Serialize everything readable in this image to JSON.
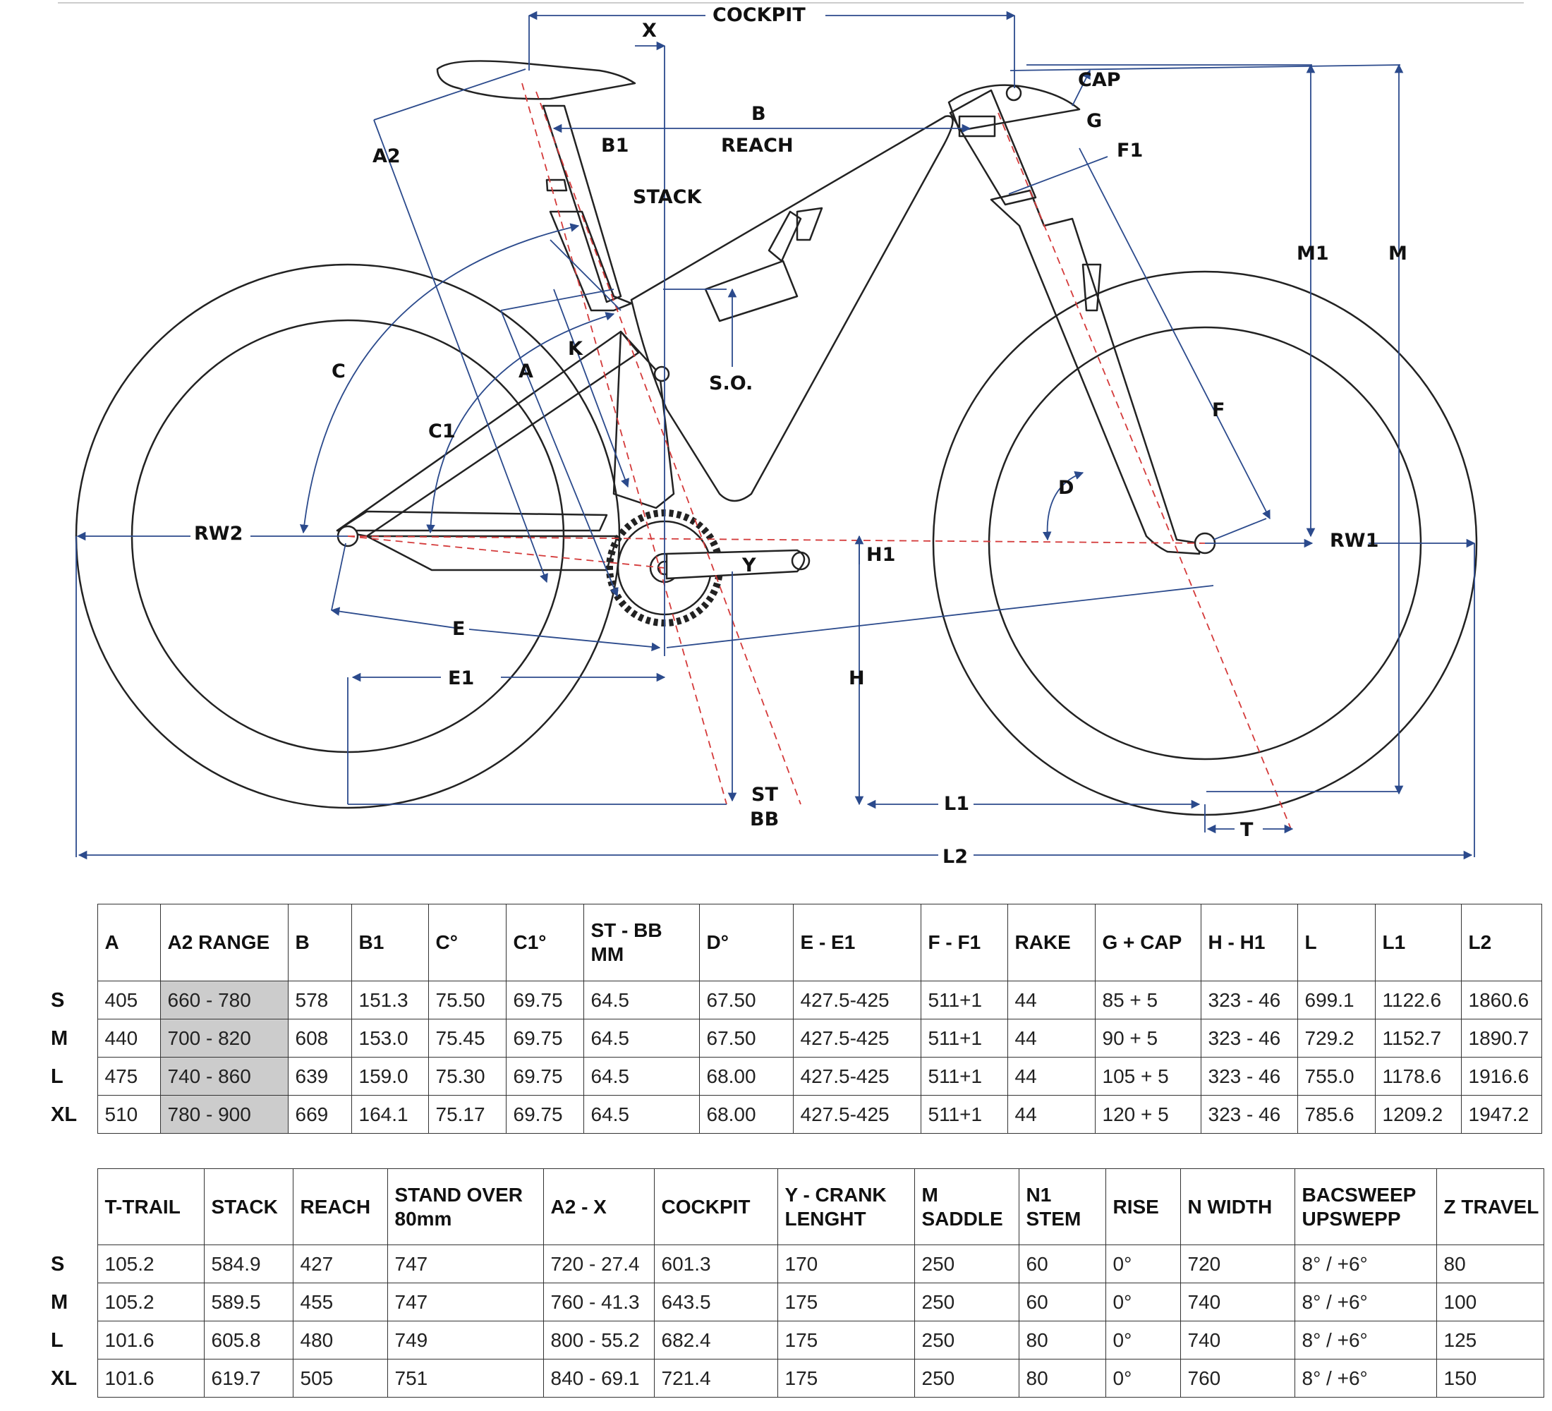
{
  "diagram": {
    "labels": {
      "cockpit": "COCKPIT",
      "x": "X",
      "cap": "CAP",
      "g": "G",
      "f1": "F1",
      "b": "B",
      "reach": "REACH",
      "b1": "B1",
      "a2": "A2",
      "stack": "STACK",
      "m1": "M1",
      "m": "M",
      "k": "K",
      "a": "A",
      "c": "C",
      "so": "S.O.",
      "c1": "C1",
      "f": "F",
      "d": "D",
      "rw2": "RW2",
      "rw1": "RW1",
      "h1": "H1",
      "y": "Y",
      "e": "E",
      "e1": "E1",
      "h": "H",
      "st": "ST",
      "bb": "BB",
      "l1": "L1",
      "t": "T",
      "l2": "L2"
    },
    "colors": {
      "frame": "#222222",
      "dimension": "#2b4a8c",
      "axis": "#d43a3a"
    }
  },
  "table1": {
    "headers": [
      "A",
      "A2 RANGE",
      "B",
      "B1",
      "C°",
      "C1°",
      "ST - BB MM",
      "D°",
      "E - E1",
      "F - F1",
      "RAKE",
      "G + CAP",
      "H - H1",
      "L",
      "L1",
      "L2"
    ],
    "rows": [
      {
        "size": "S",
        "cells": [
          "405",
          "660 - 780",
          "578",
          "151.3",
          "75.50",
          "69.75",
          "64.5",
          "67.50",
          "427.5-425",
          "511+1",
          "44",
          "85 + 5",
          "323 - 46",
          "699.1",
          "1122.6",
          "1860.6"
        ]
      },
      {
        "size": "M",
        "cells": [
          "440",
          "700 - 820",
          "608",
          "153.0",
          "75.45",
          "69.75",
          "64.5",
          "67.50",
          "427.5-425",
          "511+1",
          "44",
          "90 + 5",
          "323 - 46",
          "729.2",
          "1152.7",
          "1890.7"
        ]
      },
      {
        "size": "L",
        "cells": [
          "475",
          "740 - 860",
          "639",
          "159.0",
          "75.30",
          "69.75",
          "64.5",
          "68.00",
          "427.5-425",
          "511+1",
          "44",
          "105 + 5",
          "323 - 46",
          "755.0",
          "1178.6",
          "1916.6"
        ]
      },
      {
        "size": "XL",
        "cells": [
          "510",
          "780 - 900",
          "669",
          "164.1",
          "75.17",
          "69.75",
          "64.5",
          "68.00",
          "427.5-425",
          "511+1",
          "44",
          "120 + 5",
          "323 - 46",
          "785.6",
          "1209.2",
          "1947.2"
        ]
      }
    ],
    "shade_color": "#cccccc"
  },
  "table2": {
    "headers": [
      "T-TRAIL",
      "STACK",
      "REACH",
      "STAND OVER 80mm",
      "A2 - X",
      "COCKPIT",
      "Y - CRANK LENGHT",
      "M SADDLE",
      "N1 STEM",
      "RISE",
      "N WIDTH",
      "BACSWEEP UPSWEPP",
      "Z TRAVEL"
    ],
    "rows": [
      {
        "size": "S",
        "cells": [
          "105.2",
          "584.9",
          "427",
          "747",
          "720 - 27.4",
          "601.3",
          "170",
          "250",
          "60",
          "0°",
          "720",
          "8° / +6°",
          "80"
        ]
      },
      {
        "size": "M",
        "cells": [
          "105.2",
          "589.5",
          "455",
          "747",
          "760 - 41.3",
          "643.5",
          "175",
          "250",
          "60",
          "0°",
          "740",
          "8° / +6°",
          "100"
        ]
      },
      {
        "size": "L",
        "cells": [
          "101.6",
          "605.8",
          "480",
          "749",
          "800 - 55.2",
          "682.4",
          "175",
          "250",
          "80",
          "0°",
          "740",
          "8° / +6°",
          "125"
        ]
      },
      {
        "size": "XL",
        "cells": [
          "101.6",
          "619.7",
          "505",
          "751",
          "840 - 69.1",
          "721.4",
          "175",
          "250",
          "80",
          "0°",
          "760",
          "8° / +6°",
          "150"
        ]
      }
    ]
  }
}
